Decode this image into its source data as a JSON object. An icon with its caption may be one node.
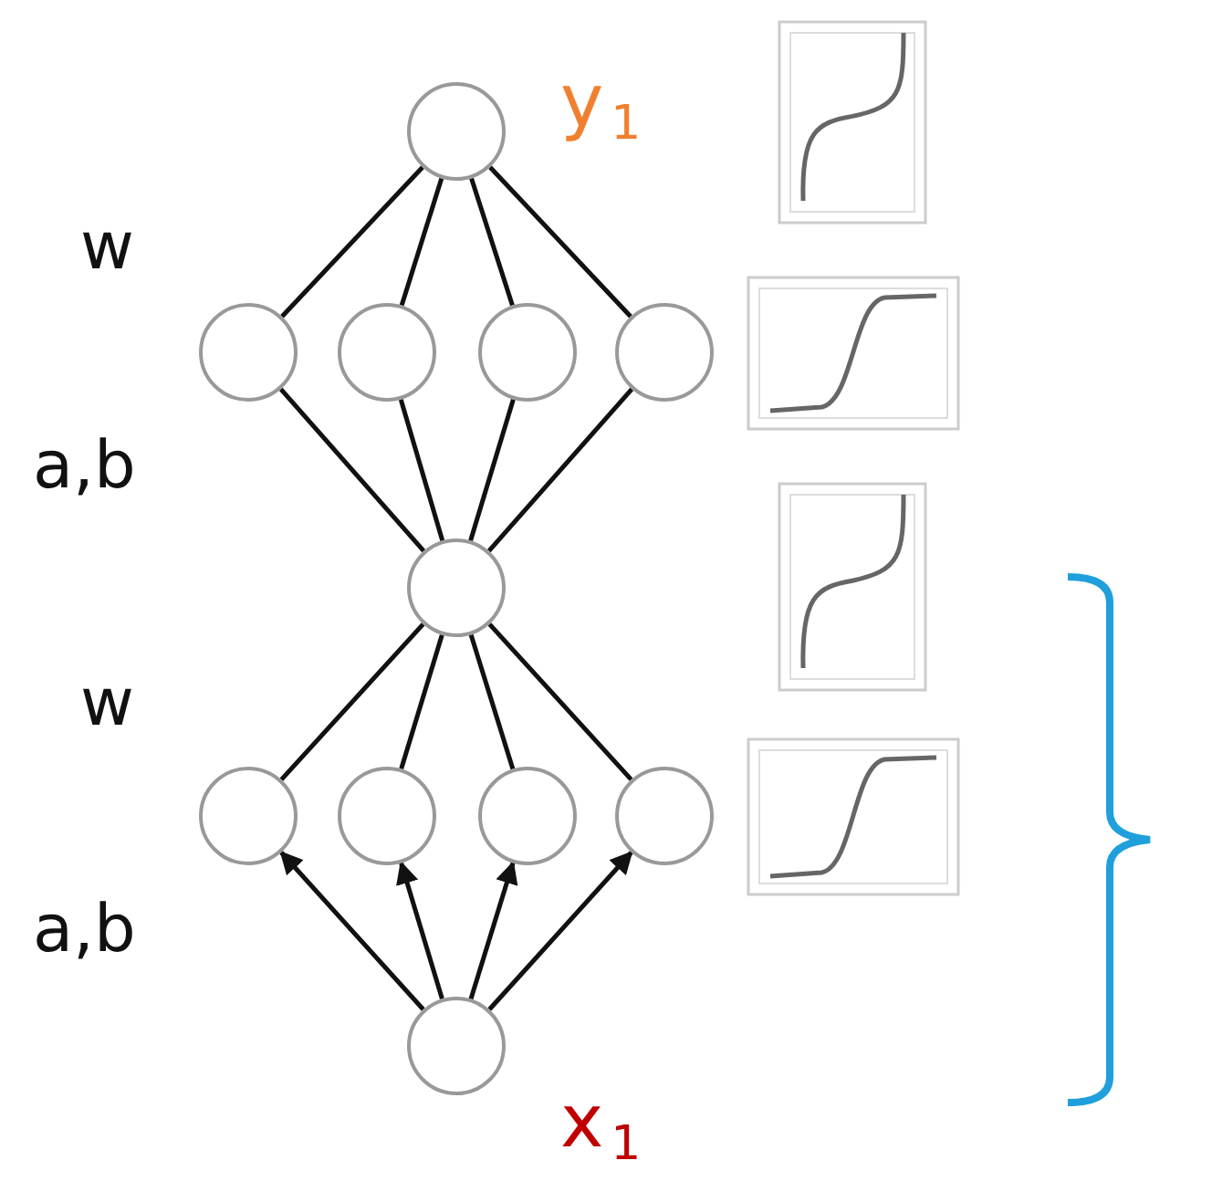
{
  "diagram": {
    "nodes": [
      {
        "text": [],
        "shape": "circle",
        "beside": [
          "y$_{1}$"
        ]
      },
      {
        "text": [],
        "shape": "circle"
      },
      {
        "text": [],
        "shape": "circle"
      },
      {
        "text": [],
        "shape": "circle"
      },
      {
        "text": [],
        "shape": "circle"
      },
      {
        "text": [],
        "shape": "circle"
      },
      {
        "text": [],
        "shape": "circle"
      },
      {
        "text": [],
        "shape": "circle"
      },
      {
        "text": [],
        "shape": "circle"
      },
      {
        "text": [],
        "shape": "circle"
      },
      {
        "text": [],
        "shape": "circle",
        "beside": [
          "x$_{1}$"
        ]
      }
    ],
    "edges": [
      {
        "from": 1,
        "to": 0,
        "arrow": "none"
      },
      {
        "from": 2,
        "to": 0,
        "arrow": "none"
      },
      {
        "from": 3,
        "to": 0,
        "arrow": "none"
      },
      {
        "from": 4,
        "to": 0,
        "arrow": "none"
      },
      {
        "from": 5,
        "to": 1,
        "arrow": "none"
      },
      {
        "from": 5,
        "to": 2,
        "arrow": "none"
      },
      {
        "from": 5,
        "to": 3,
        "arrow": "none"
      },
      {
        "from": 5,
        "to": 4,
        "arrow": "none"
      },
      {
        "from": 6,
        "to": 5,
        "arrow": "none"
      },
      {
        "from": 7,
        "to": 5,
        "arrow": "none"
      },
      {
        "from": 8,
        "to": 5,
        "arrow": "none"
      },
      {
        "from": 9,
        "to": 5,
        "arrow": "none"
      },
      {
        "from": 10,
        "to": 6,
        "arrow": "to"
      },
      {
        "from": 10,
        "to": 7,
        "arrow": "to"
      },
      {
        "from": 10,
        "to": 8,
        "arrow": "to"
      },
      {
        "from": 10,
        "to": 9,
        "arrow": "to"
      }
    ],
    "labels": [
      "w",
      "a,b",
      "w",
      "a,b"
    ]
  }
}
